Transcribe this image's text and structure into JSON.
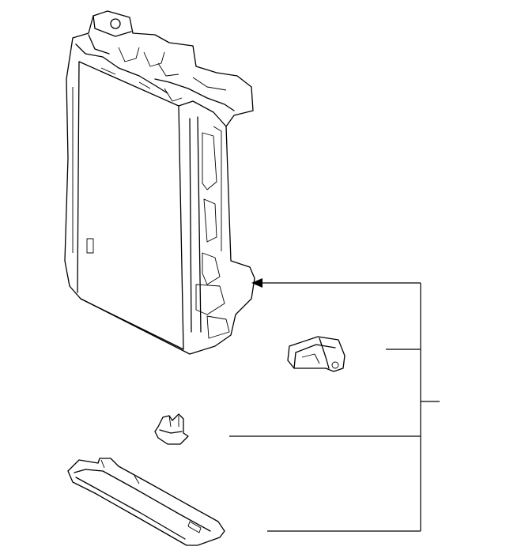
{
  "diagram": {
    "background": "#ffffff",
    "line_color": "#000000",
    "parts": [
      {
        "id": "housing",
        "icon": "fuse-block-housing"
      },
      {
        "id": "clip",
        "icon": "retainer-clip"
      },
      {
        "id": "clip-small",
        "icon": "small-retainer-clip"
      },
      {
        "id": "cover",
        "icon": "bottom-cover-tray"
      }
    ]
  }
}
